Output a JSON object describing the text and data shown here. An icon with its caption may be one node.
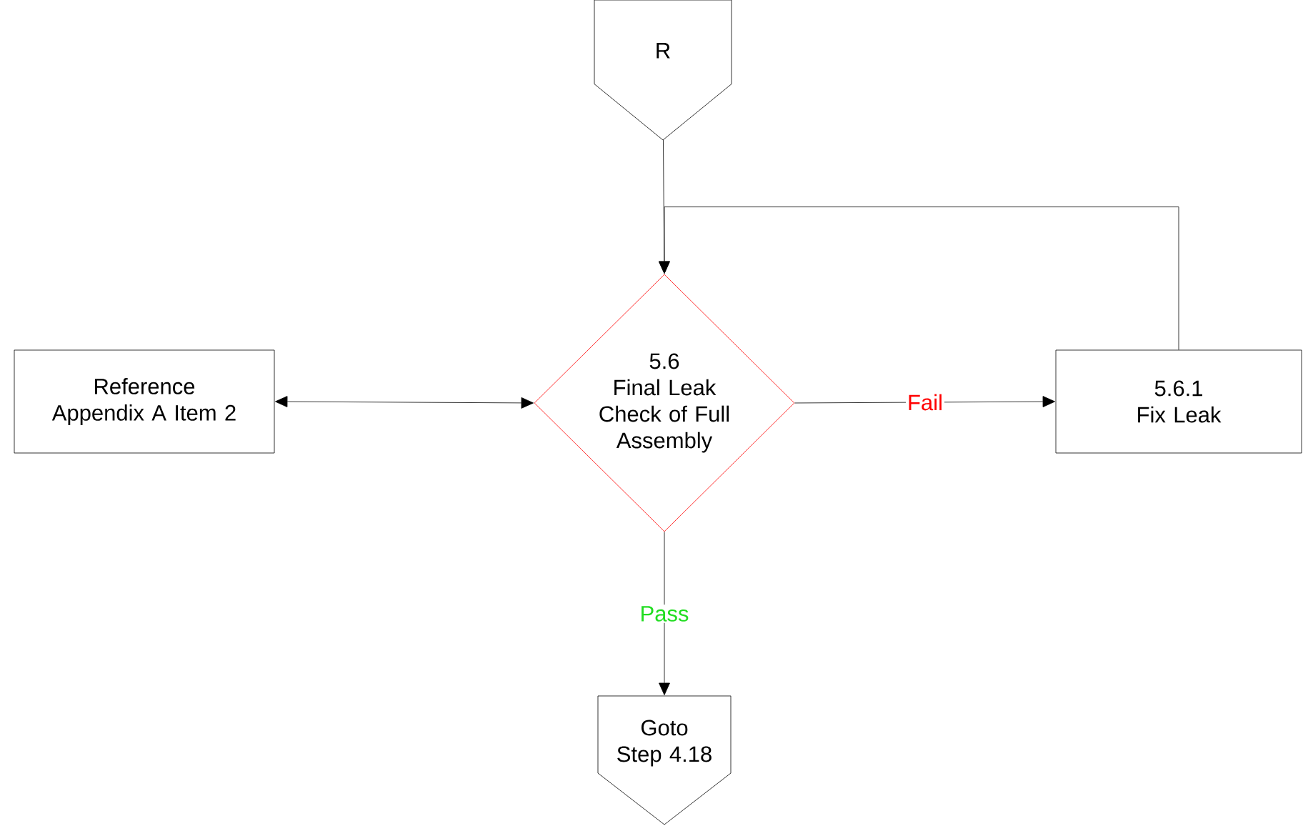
{
  "diagram": {
    "nodes": [
      {
        "text": [
          "R"
        ]
      },
      {
        "text": [
          "5.6",
          "Final Leak Check of Full Assembly"
        ]
      },
      {
        "text": [
          "Reference Appendix A Item 2"
        ]
      },
      {
        "text": [
          "5.6.1",
          "Fix Leak"
        ]
      },
      {
        "text": [
          "Goto Step 4.18"
        ]
      }
    ],
    "edges": [
      {
        "from": 0,
        "to": 1,
        "arrow": "to"
      },
      {
        "from": 2,
        "to": 1,
        "arrow": "both"
      },
      {
        "from": 1,
        "to": 3,
        "arrow": "to",
        "label": "Fail"
      },
      {
        "from": 3,
        "to": 1,
        "arrow": "to"
      },
      {
        "from": 1,
        "to": 4,
        "arrow": "to",
        "label": "Pass"
      }
    ]
  }
}
